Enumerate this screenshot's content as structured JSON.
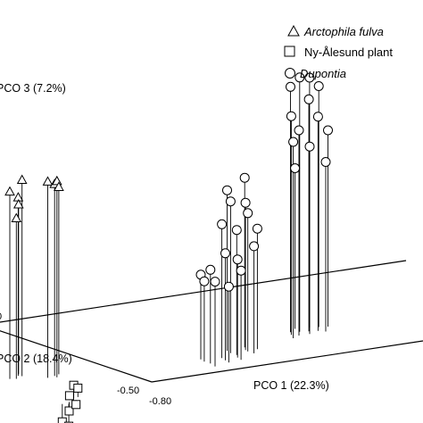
{
  "chart_data": {
    "type": "scatter",
    "projection": "3d",
    "axes": {
      "x": {
        "label": "PCO 1 (22.3%)",
        "tick_labels": [
          "-0.80"
        ]
      },
      "y": {
        "label": "PCO 2 (18.4%)",
        "tick_labels": [
          "-0.50"
        ]
      },
      "z": {
        "label": "PCO 3 (7.2%)",
        "tick_labels": []
      }
    },
    "legend": {
      "placement": "top-right",
      "entries": [
        {
          "marker": "triangle",
          "label": "Arctophila fulva",
          "italic": true
        },
        {
          "marker": "square",
          "label": "Ny-Ålesund plant",
          "italic": false
        },
        {
          "marker": "circle",
          "label": "Dupontia",
          "italic": true
        }
      ]
    },
    "series": [
      {
        "name": "Arctophila fulva",
        "marker": "triangle",
        "points": [
          {
            "x": -0.72,
            "y": 0.1,
            "z": 0.42
          },
          {
            "x": -0.7,
            "y": 0.12,
            "z": 0.4
          },
          {
            "x": -0.68,
            "y": 0.11,
            "z": 0.44
          },
          {
            "x": -0.71,
            "y": 0.14,
            "z": 0.38
          },
          {
            "x": -0.69,
            "y": 0.09,
            "z": 0.36
          },
          {
            "x": -0.55,
            "y": 0.05,
            "z": 0.44
          },
          {
            "x": -0.53,
            "y": 0.06,
            "z": 0.43
          },
          {
            "x": -0.51,
            "y": 0.04,
            "z": 0.44
          },
          {
            "x": -0.52,
            "y": 0.07,
            "z": 0.42
          }
        ]
      },
      {
        "name": "Ny-Ålesund plant",
        "marker": "square",
        "points": [
          {
            "x": -0.3,
            "y": -0.22,
            "z": 0.03
          },
          {
            "x": -0.29,
            "y": -0.21,
            "z": 0.02
          },
          {
            "x": -0.31,
            "y": -0.23,
            "z": 0.01
          },
          {
            "x": -0.3,
            "y": -0.25,
            "z": -0.02
          },
          {
            "x": -0.28,
            "y": -0.24,
            "z": -0.01
          },
          {
            "x": -0.32,
            "y": -0.26,
            "z": -0.04
          },
          {
            "x": -0.29,
            "y": -0.27,
            "z": -0.05
          }
        ]
      },
      {
        "name": "Dupontia",
        "marker": "circle",
        "points": [
          {
            "x": 0.3,
            "y": 0.15,
            "z": 0.55
          },
          {
            "x": 0.34,
            "y": 0.14,
            "z": 0.57
          },
          {
            "x": 0.36,
            "y": 0.17,
            "z": 0.56
          },
          {
            "x": 0.38,
            "y": 0.13,
            "z": 0.52
          },
          {
            "x": 0.32,
            "y": 0.12,
            "z": 0.49
          },
          {
            "x": 0.36,
            "y": 0.1,
            "z": 0.46
          },
          {
            "x": 0.4,
            "y": 0.16,
            "z": 0.54
          },
          {
            "x": 0.42,
            "y": 0.12,
            "z": 0.48
          },
          {
            "x": 0.44,
            "y": 0.15,
            "z": 0.44
          },
          {
            "x": 0.4,
            "y": 0.1,
            "z": 0.42
          },
          {
            "x": 0.35,
            "y": 0.08,
            "z": 0.44
          },
          {
            "x": 0.46,
            "y": 0.1,
            "z": 0.38
          },
          {
            "x": 0.3,
            "y": 0.18,
            "z": 0.36
          },
          {
            "x": 0.12,
            "y": 0.05,
            "z": 0.36
          },
          {
            "x": 0.15,
            "y": 0.02,
            "z": 0.34
          },
          {
            "x": 0.18,
            "y": 0.06,
            "z": 0.38
          },
          {
            "x": 0.2,
            "y": 0.03,
            "z": 0.33
          },
          {
            "x": 0.14,
            "y": -0.02,
            "z": 0.3
          },
          {
            "x": 0.19,
            "y": -0.01,
            "z": 0.28
          },
          {
            "x": 0.22,
            "y": 0.01,
            "z": 0.31
          },
          {
            "x": 0.25,
            "y": 0.02,
            "z": 0.27
          },
          {
            "x": 0.17,
            "y": -0.05,
            "z": 0.24
          },
          {
            "x": 0.21,
            "y": -0.04,
            "z": 0.22
          },
          {
            "x": 0.26,
            "y": -0.02,
            "z": 0.24
          },
          {
            "x": 0.24,
            "y": -0.07,
            "z": 0.2
          },
          {
            "x": 0.05,
            "y": 0.0,
            "z": 0.19
          },
          {
            "x": 0.08,
            "y": -0.03,
            "z": 0.18
          },
          {
            "x": 0.2,
            "y": -0.08,
            "z": 0.17
          },
          {
            "x": 0.16,
            "y": -0.1,
            "z": 0.19
          },
          {
            "x": 0.12,
            "y": -0.06,
            "z": 0.21
          }
        ]
      }
    ],
    "colors": {
      "ink": "#000000",
      "marker_fill": "#ffffff",
      "drop_line": "#000000"
    }
  }
}
